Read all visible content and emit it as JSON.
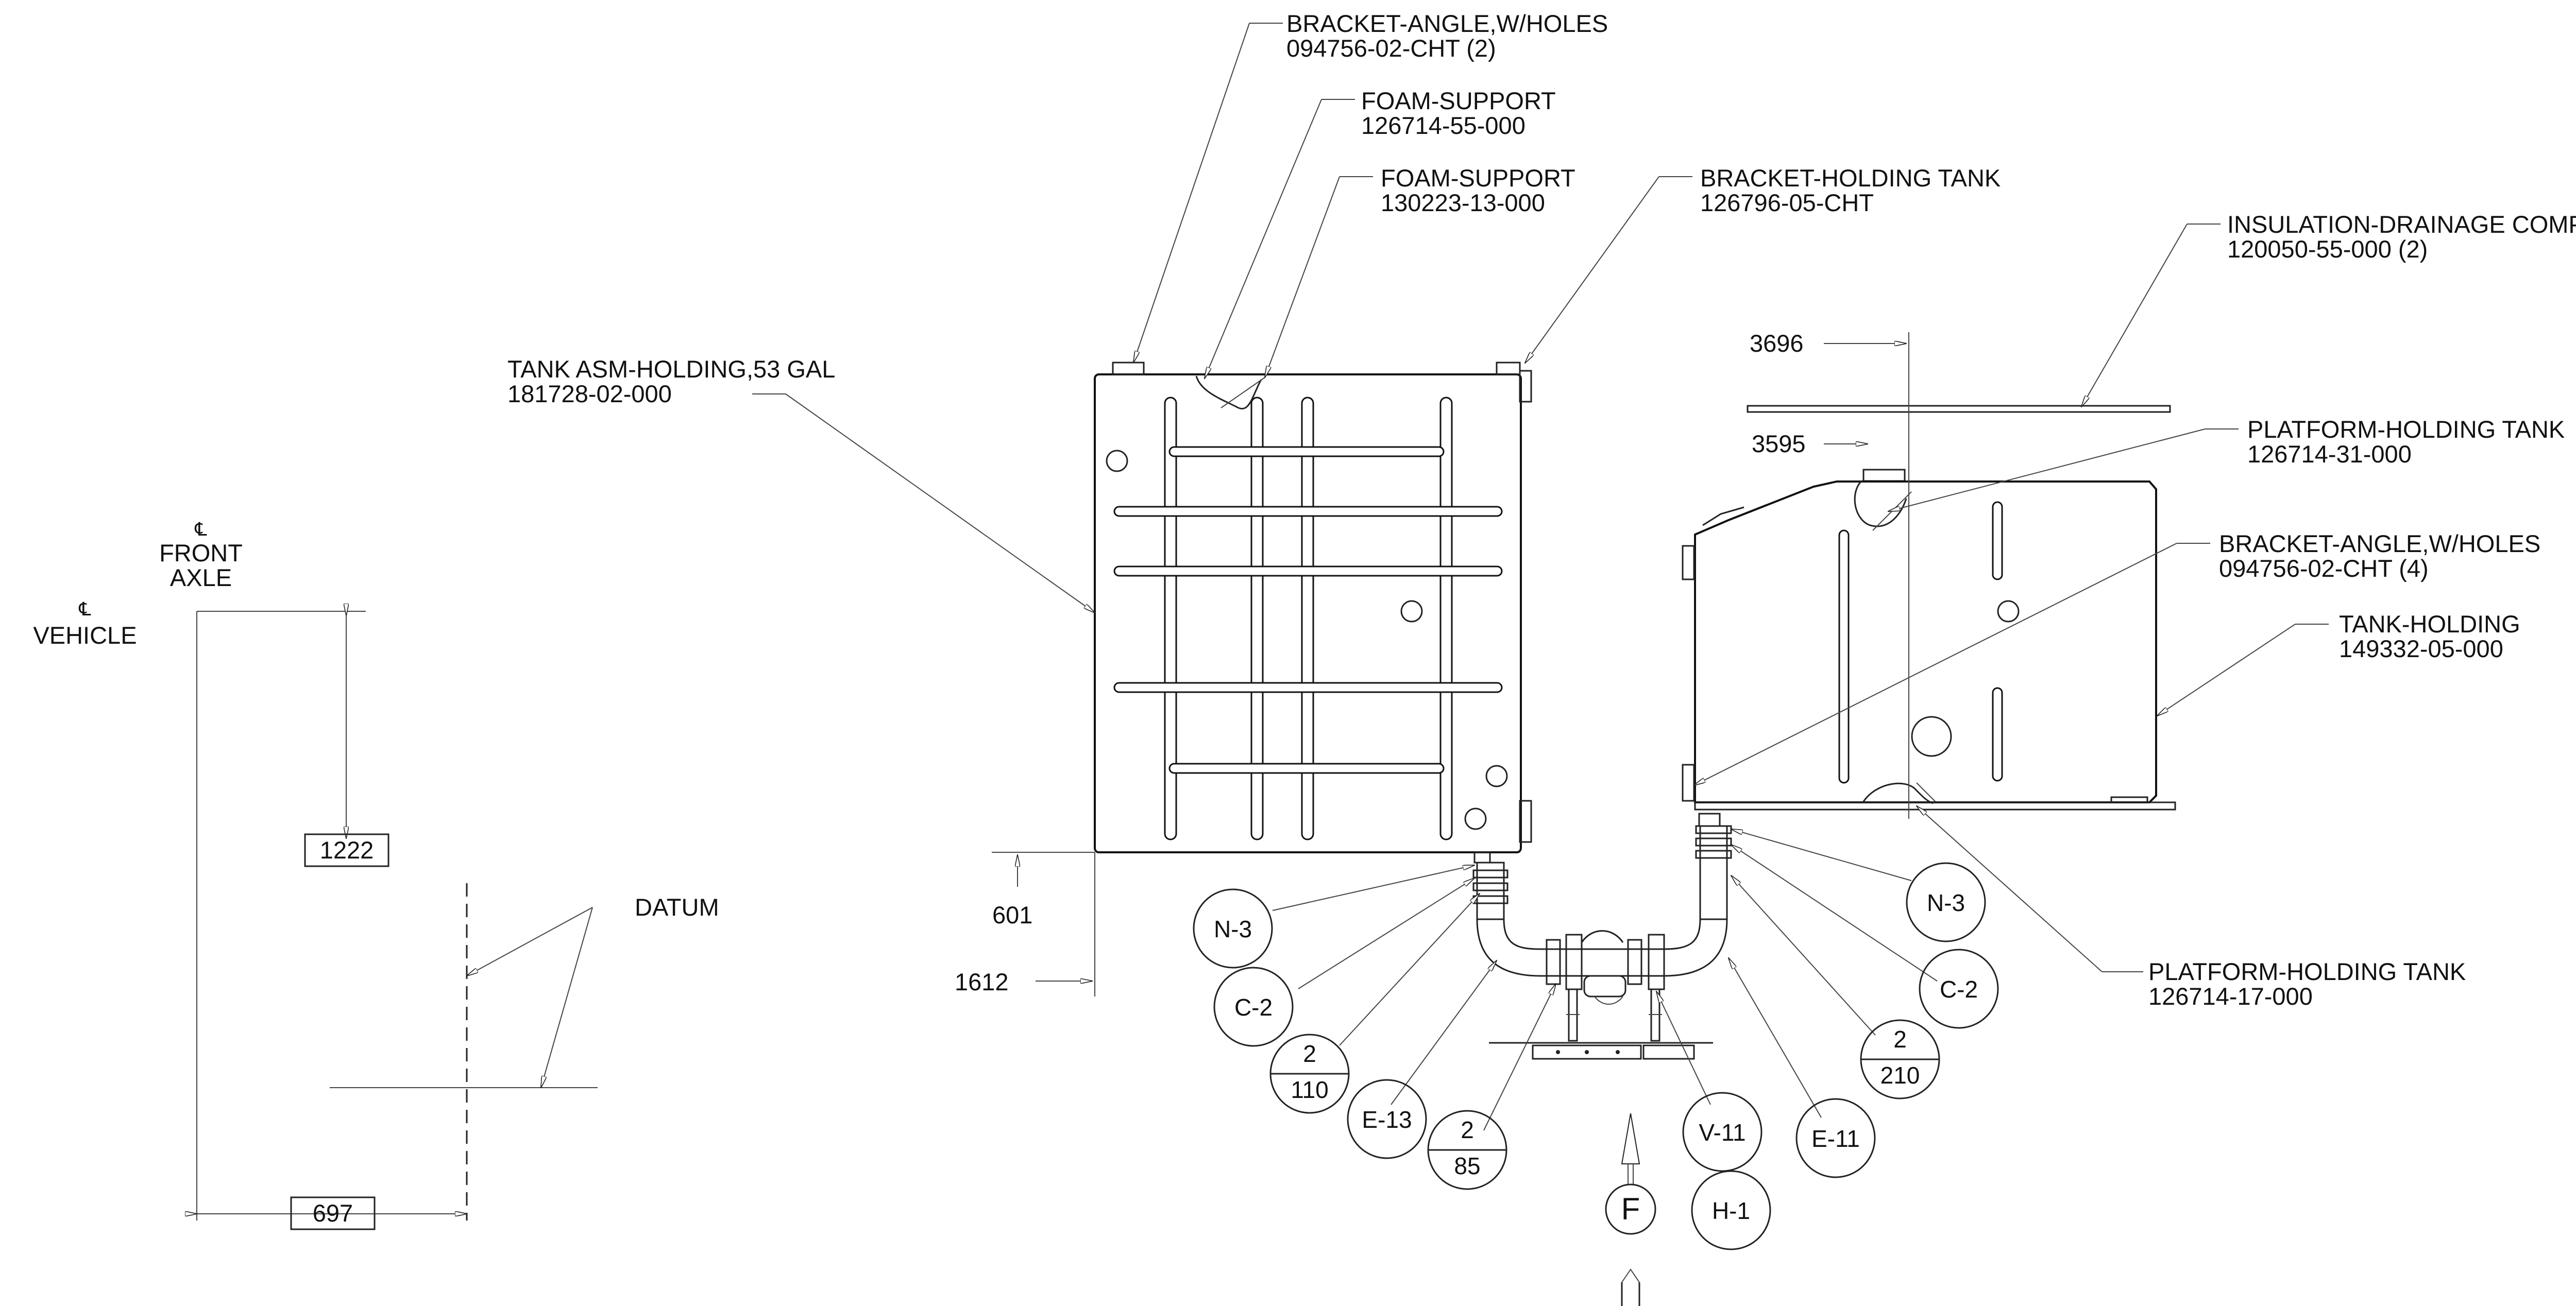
{
  "labels": {
    "bracket_angle_top": [
      "BRACKET-ANGLE,W/HOLES",
      "094756-02-CHT (2)"
    ],
    "foam_support_1": [
      "FOAM-SUPPORT",
      "126714-55-000"
    ],
    "foam_support_2": [
      "FOAM-SUPPORT",
      "130223-13-000"
    ],
    "bracket_holding_tank": [
      "BRACKET-HOLDING TANK",
      "126796-05-CHT"
    ],
    "insulation_drainage": [
      "INSULATION-DRAINAGE COMPT",
      "120050-55-000 (2)"
    ],
    "tank_asm_holding": [
      "TANK ASM-HOLDING,53 GAL",
      "181728-02-000"
    ],
    "platform_holding_tank_1": [
      "PLATFORM-HOLDING TANK",
      "126714-31-000"
    ],
    "bracket_angle_right": [
      "BRACKET-ANGLE,W/HOLES",
      "094756-02-CHT (4)"
    ],
    "tank_holding": [
      "TANK-HOLDING",
      "149332-05-000"
    ],
    "platform_holding_tank_2": [
      "PLATFORM-HOLDING TANK",
      "126714-17-000"
    ],
    "front_axle": [
      "℄",
      "FRONT",
      "AXLE"
    ],
    "vehicle": [
      "℄",
      "VEHICLE"
    ],
    "datum": "DATUM"
  },
  "dimensions": {
    "d3696": "3696",
    "d3595": "3595",
    "d601": "601",
    "d1612": "1612",
    "d1222": "1222",
    "d697": "697"
  },
  "callouts": {
    "n3_left": "N-3",
    "c2_left": "C-2",
    "q2_110_top": "2",
    "q2_110_bot": "110",
    "e13": "E-13",
    "q2_85_top": "2",
    "q2_85_bot": "85",
    "v11": "V-11",
    "h1": "H-1",
    "e11": "E-11",
    "q2_210_top": "2",
    "q2_210_bot": "210",
    "c2_right": "C-2",
    "n3_right": "N-3",
    "view_f": "F"
  }
}
